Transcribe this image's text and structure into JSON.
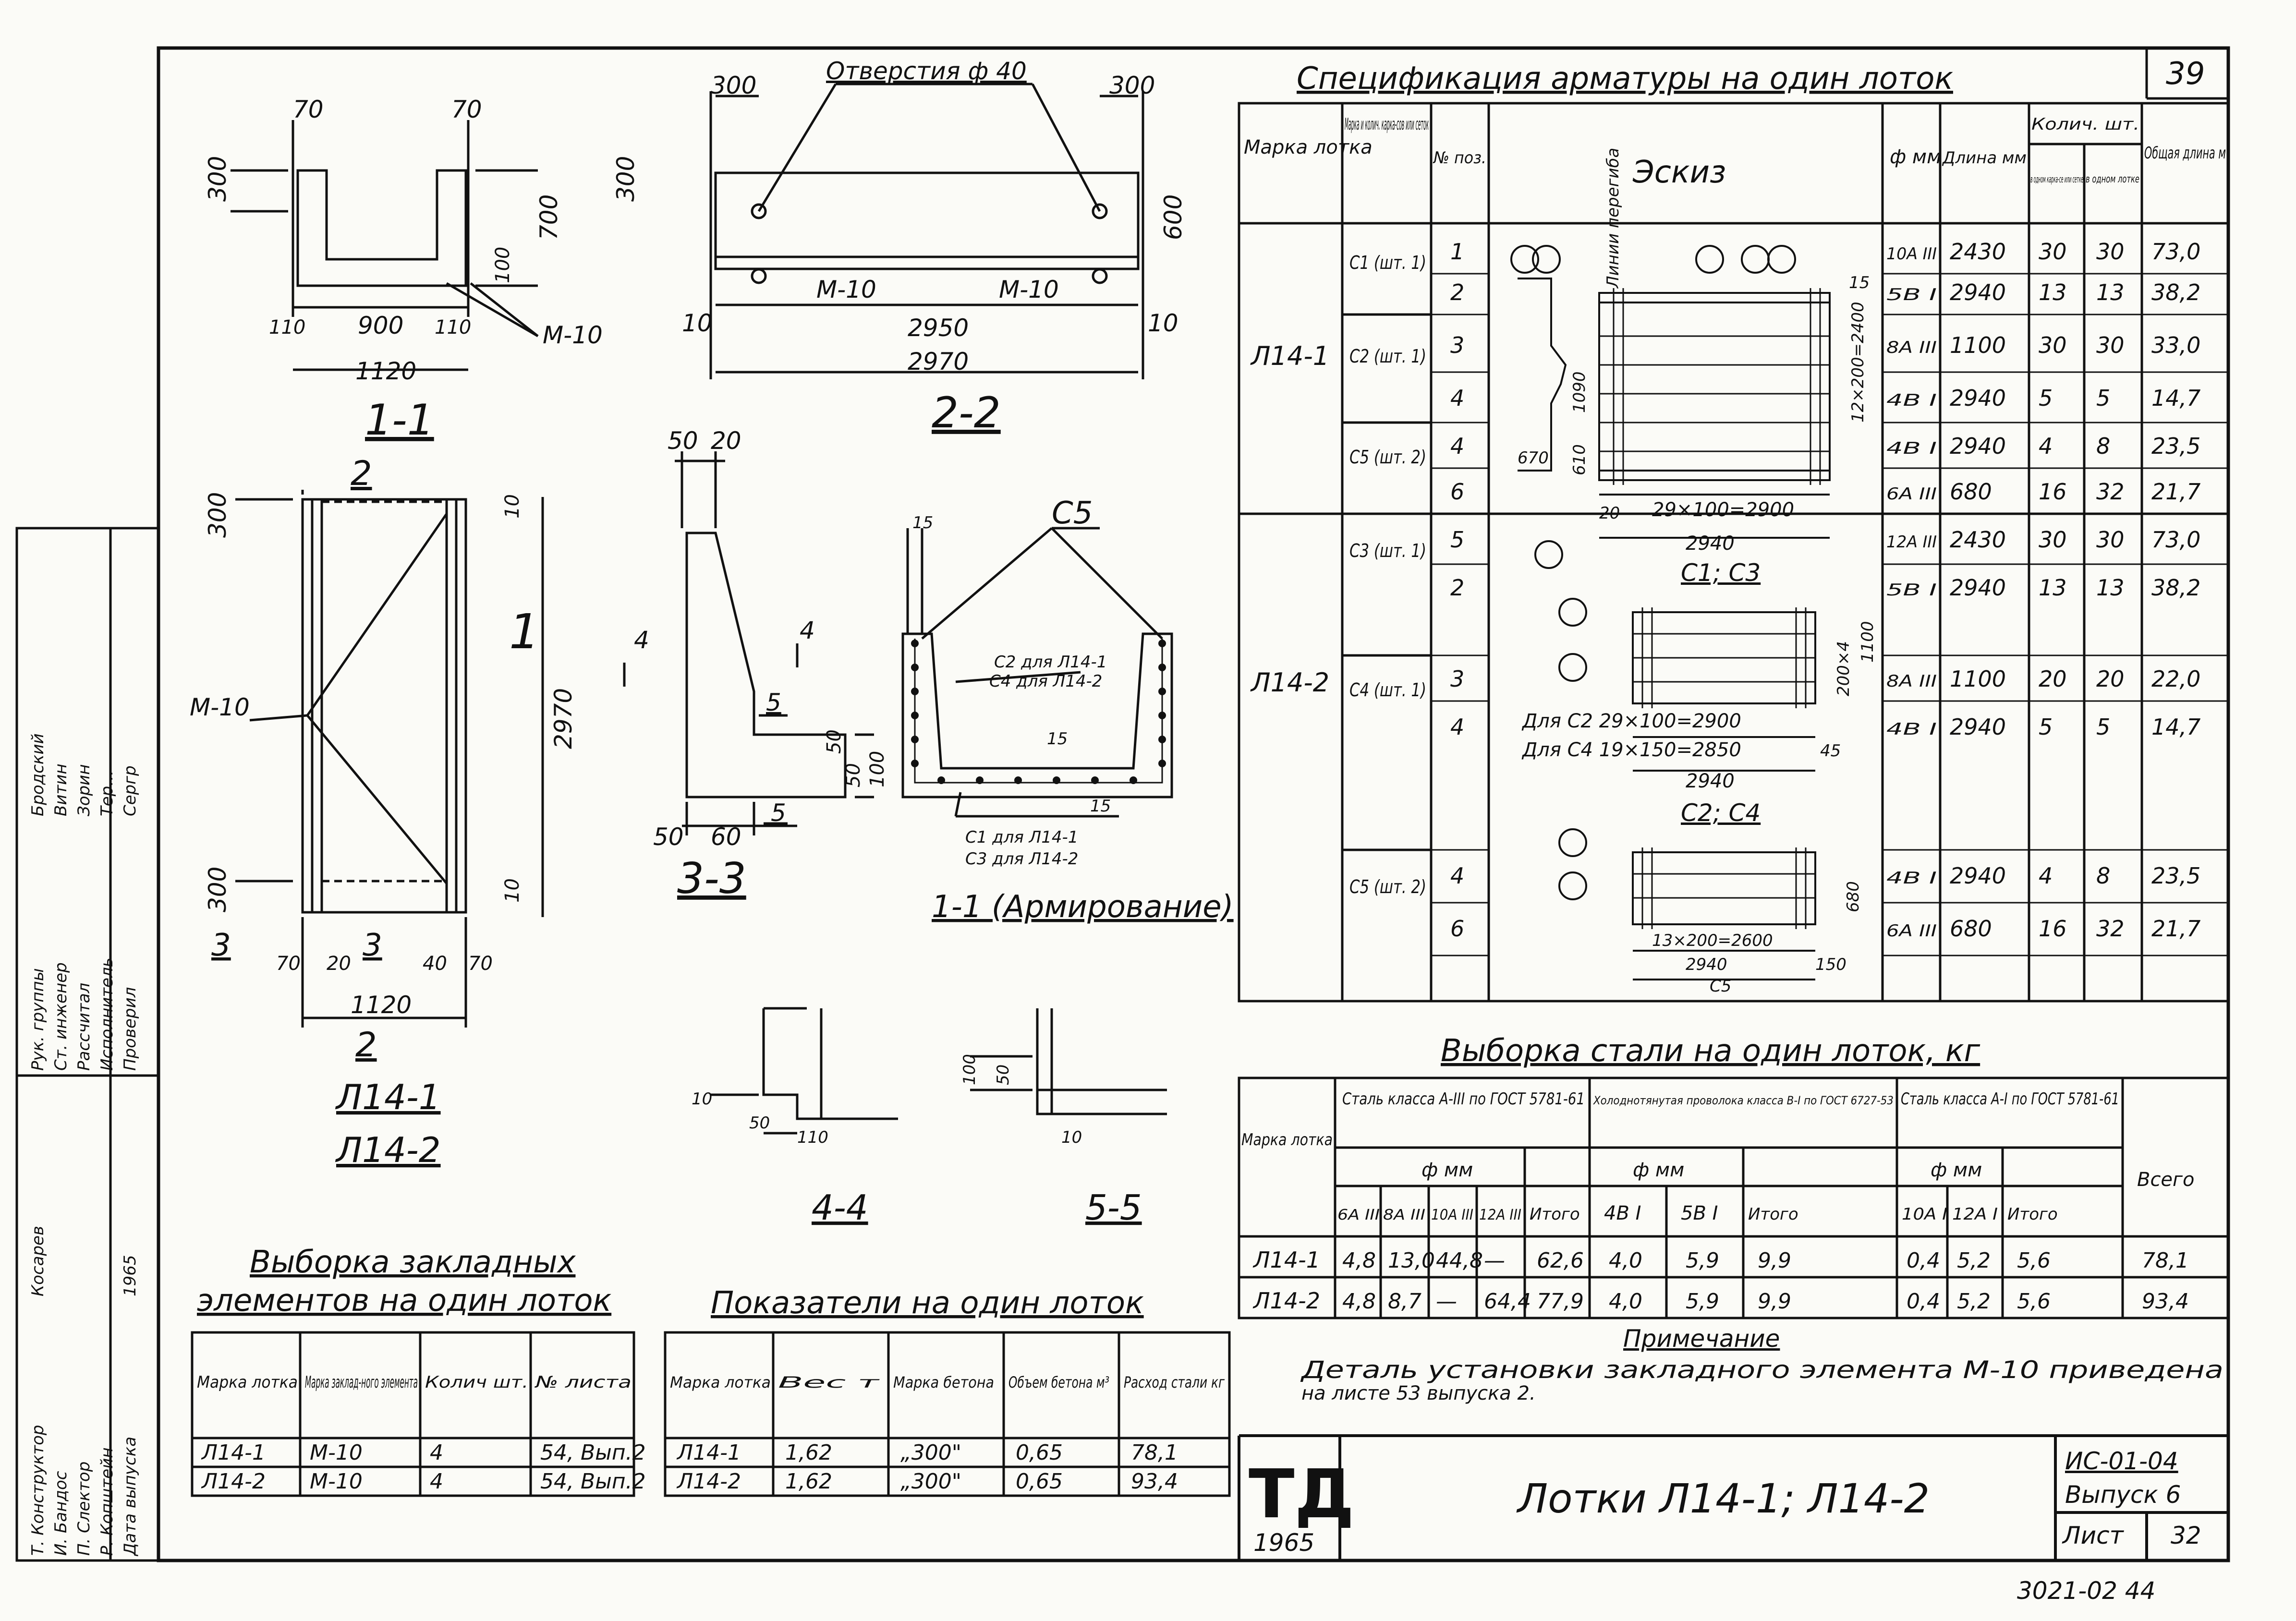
{
  "sheet_number": "39",
  "spec": {
    "title": "Спецификация арматуры на один лоток",
    "headers": {
      "mark": "Марка лотка",
      "frames": "Марка и колич. карка-сов или сеток",
      "pos": "№ поз.",
      "sketch": "Эскиз",
      "dia": "ф мм",
      "length": "Длина мм",
      "qty": "Колич. шт.",
      "qty_frame": "в одном карка-се или сетке",
      "qty_tray": "в одном лотке",
      "total": "Общая длина м"
    },
    "rows": [
      {
        "mark": "Л14-1",
        "frame": "С1 (шт. 1)",
        "pos": "1",
        "dia": "10А III",
        "len": "2430",
        "q1": "30",
        "q2": "30",
        "total": "73,0"
      },
      {
        "mark": "",
        "frame": "",
        "pos": "2",
        "dia": "5В I",
        "len": "2940",
        "q1": "13",
        "q2": "13",
        "total": "38,2"
      },
      {
        "mark": "",
        "frame": "С2 (шт. 1)",
        "pos": "3",
        "dia": "8А III",
        "len": "1100",
        "q1": "30",
        "q2": "30",
        "total": "33,0"
      },
      {
        "mark": "",
        "frame": "",
        "pos": "4",
        "dia": "4В I",
        "len": "2940",
        "q1": "5",
        "q2": "5",
        "total": "14,7"
      },
      {
        "mark": "",
        "frame": "С5 (шт. 2)",
        "pos": "4",
        "dia": "4В I",
        "len": "2940",
        "q1": "4",
        "q2": "8",
        "total": "23,5"
      },
      {
        "mark": "",
        "frame": "",
        "pos": "6",
        "dia": "6А III",
        "len": "680",
        "q1": "16",
        "q2": "32",
        "total": "21,7"
      },
      {
        "mark": "Л14-2",
        "frame": "С3 (шт. 1)",
        "pos": "5",
        "dia": "12А III",
        "len": "2430",
        "q1": "30",
        "q2": "30",
        "total": "73,0"
      },
      {
        "mark": "",
        "frame": "",
        "pos": "2",
        "dia": "5В I",
        "len": "2940",
        "q1": "13",
        "q2": "13",
        "total": "38,2"
      },
      {
        "mark": "",
        "frame": "С4 (шт. 1)",
        "pos": "3",
        "dia": "8А III",
        "len": "1100",
        "q1": "20",
        "q2": "20",
        "total": "22,0"
      },
      {
        "mark": "",
        "frame": "",
        "pos": "4",
        "dia": "4В I",
        "len": "2940",
        "q1": "5",
        "q2": "5",
        "total": "14,7"
      },
      {
        "mark": "",
        "frame": "С5 (шт. 2)",
        "pos": "4",
        "dia": "4В I",
        "len": "2940",
        "q1": "4",
        "q2": "8",
        "total": "23,5"
      },
      {
        "mark": "",
        "frame": "",
        "pos": "6",
        "dia": "6А III",
        "len": "680",
        "q1": "16",
        "q2": "32",
        "total": "21,7"
      }
    ],
    "sketch_labels": {
      "lines": "Линии перегиба",
      "s1": "29×100=2900",
      "s1_total": "2940",
      "s1_name": "С1; С3",
      "s2a": "Для С2  29×100=2900",
      "s2b": "Для С4  19×150=2850",
      "s2_total": "2940",
      "s2_name": "С2; С4",
      "s5": "13×200=2600",
      "s5_total": "2940",
      "s5_name": "С5",
      "dim_1090": "1090",
      "dim_670": "670",
      "dim_610": "610",
      "dim_12x200": "12×200=2400",
      "dim_1100": "1100",
      "dim_200x4": "200×4",
      "dim_680": "680",
      "dim_20": "20",
      "dim_15": "15",
      "dim_45": "45",
      "dim_150": "150"
    }
  },
  "steel": {
    "title": "Выборка стали на один лоток, кг",
    "h_mark": "Марка лотка",
    "h_a3": "Сталь класса А-III по ГОСТ 5781-61",
    "h_b1": "Холоднотянутая проволока класса В-I по ГОСТ 6727-53",
    "h_a1": "Сталь класса А-I по ГОСТ 5781-61",
    "h_total": "Всего",
    "h_dia": "ф мм",
    "h_itogo": "Итого",
    "cols_a3": [
      "6А III",
      "8А III",
      "10А III",
      "12А III"
    ],
    "cols_b1": [
      "4В I",
      "5В I"
    ],
    "cols_a1": [
      "10А I",
      "12А I"
    ],
    "rows": [
      {
        "mark": "Л14-1",
        "a3": [
          "4,8",
          "13,0",
          "44,8",
          "—"
        ],
        "a3t": "62,6",
        "b1": [
          "4,0",
          "5,9"
        ],
        "b1t": "9,9",
        "a1": [
          "0,4",
          "5,2"
        ],
        "a1t": "5,6",
        "total": "78,1"
      },
      {
        "mark": "Л14-2",
        "a3": [
          "4,8",
          "8,7",
          "—",
          "64,4"
        ],
        "a3t": "77,9",
        "b1": [
          "4,0",
          "5,9"
        ],
        "b1t": "9,9",
        "a1": [
          "0,4",
          "5,2"
        ],
        "a1t": "5,6",
        "total": "93,4"
      }
    ]
  },
  "note": {
    "title": "Примечание",
    "text1": "Деталь установки закладного элемента М-10 приведена",
    "text2": "на листе 53 выпуска 2."
  },
  "embedded": {
    "title1": "Выборка закладных",
    "title2": "элементов на один лоток",
    "headers": [
      "Марка лотка",
      "Марка заклад-ного элемента",
      "Колич шт.",
      "№ листа"
    ],
    "rows": [
      [
        "Л14-1",
        "М-10",
        "4",
        "54, Вып.2"
      ],
      [
        "Л14-2",
        "М-10",
        "4",
        "54, Вып.2"
      ]
    ]
  },
  "indicators": {
    "title": "Показатели на один лоток",
    "headers": [
      "Марка лотка",
      "Вес т",
      "Марка бетона",
      "Объем бетона м³",
      "Расход стали кг"
    ],
    "rows": [
      [
        "Л14-1",
        "1,62",
        "„300\"",
        "0,65",
        "78,1"
      ],
      [
        "Л14-2",
        "1,62",
        "„300\"",
        "0,65",
        "93,4"
      ]
    ]
  },
  "title_block": {
    "logo": "ТД",
    "year": "1965",
    "name": "Лотки Л14-1; Л14-2",
    "code": "ИС-01-04",
    "issue": "Выпуск 6",
    "sheet_label": "Лист",
    "sheet": "32"
  },
  "side_stamp": {
    "rows": [
      [
        "Рук. группы",
        "Бродский"
      ],
      [
        "Ст. инженер",
        "Витин"
      ],
      [
        "Рассчитал",
        "Зорин"
      ],
      [
        "Исполнитель",
        "Тер..."
      ],
      [
        "Проверил",
        "Сергр"
      ]
    ],
    "rows2": [
      [
        "Т. Конструктор",
        "Косарев"
      ],
      [
        "И. Бандос",
        ""
      ],
      [
        "П. Слектор",
        ""
      ],
      [
        "Р. Копштейн",
        ""
      ],
      [
        "Дата выпуска",
        "1965"
      ]
    ]
  },
  "drawings": {
    "sec11": "1-1",
    "sec22": "2-2",
    "sec33": "3-3",
    "sec44": "4-4",
    "sec55": "5-5",
    "plan_name1": "Л14-1",
    "plan_name2": "Л14-2",
    "reinf": "1-1 (Армирование)",
    "holes": "Отверстия ф 40",
    "m10": "М-10",
    "c5": "С5",
    "c2c4a": "С2 для Л14-1",
    "c2c4b": "С4 для Л14-2",
    "c1c3a": "С1 для Л14-1",
    "c1c3b": "С3 для Л14-2",
    "d_70": "70",
    "d_300": "300",
    "d_700": "700",
    "d_100": "100",
    "d_110": "110",
    "d_900": "900",
    "d_1120": "1120",
    "d_600": "600",
    "d_10": "10",
    "d_2950": "2950",
    "d_2970": "2970",
    "d_50": "50",
    "d_20": "20",
    "d_60": "60",
    "d_15": "15",
    "d_40": "40",
    "mark_1": "1",
    "mark_2": "2",
    "mark_3": "3",
    "mark_4": "4",
    "mark_5": "5"
  },
  "footer": "3021-02  44"
}
